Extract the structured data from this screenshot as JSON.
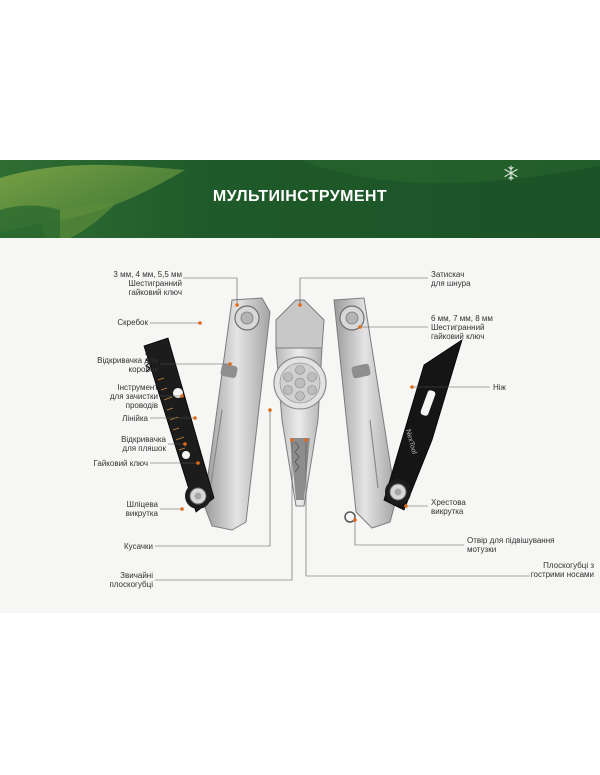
{
  "title": "МУЛЬТИІНСТРУМЕНТ",
  "brand_engraving": "NexTool",
  "colors": {
    "banner_dark": "#1f5a2a",
    "banner_light": "#6f9b3f",
    "title_text": "#ffffff",
    "leader_line": "#555555",
    "marker": "#e06a1a"
  },
  "labels": {
    "hex_small": "3 мм, 4 мм, 5,5 мм\nШестигранний\nгайковий ключ",
    "scraper": "Скребок",
    "box_opener": "Відкривачка для\nкоробок",
    "wire_stripper": "Інструмент\nдля зачистки\nпроводів",
    "ruler": "Лінійка",
    "bottle_opener": "Відкривачка\nдля пляшок",
    "wrench": "Гайковий ключ",
    "flat_screwdriver": "Шліцева\nвикрутка",
    "cutters": "Кусачки",
    "regular_pliers": "Звичайні\nплоскогубці",
    "lanyard_clip": "Затискач\nдля шнура",
    "hex_large": "6 мм, 7 мм, 8 мм\nШестигранний\nгайковий ключ",
    "knife": "Ніж",
    "phillips_screwdriver": "Хрестова\nвикрутка",
    "lanyard_hole": "Отвір для підвішування\nмотузки",
    "needle_pliers": "Плоскогубці з\nгострими носами"
  },
  "icons": {
    "snowflake": "snowflake-icon"
  }
}
